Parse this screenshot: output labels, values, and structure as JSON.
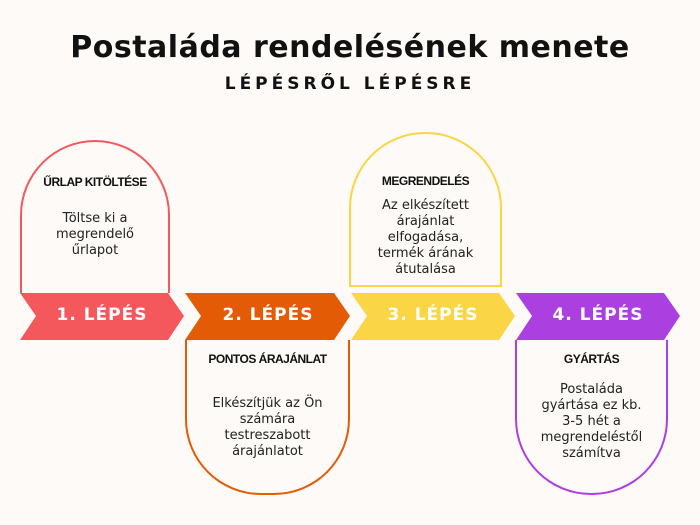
{
  "title": "Postaláda rendelésének menete",
  "subtitle": "LÉPÉSRŐL LÉPÉSRE",
  "colors": {
    "step1": "#f4585d",
    "step2": "#e45b06",
    "step3": "#fad546",
    "step4": "#ac3fe0"
  },
  "steps": [
    {
      "label": "1. LÉPÉS",
      "title": "ŰRLAP KITÖLTÉSE",
      "text": "Töltse ki a\nmegrendelő\nűrlapot"
    },
    {
      "label": "2. LÉPÉS",
      "title": "PONTOS ÁRAJÁNLAT",
      "text": "Elkészítjük az Ön\nszámára\ntestreszabott\nárajánlatot"
    },
    {
      "label": "3. LÉPÉS",
      "title": "MEGRENDELÉS",
      "text": "Az elkészített\nárajánlat\nelfogadása,\ntermék árának\nátutalása"
    },
    {
      "label": "4. LÉPÉS",
      "title": "GYÁRTÁS",
      "text": "Postaláda\ngyártása ez kb.\n3-5 hét a\nmegrendeléstől\nszámítva"
    }
  ]
}
